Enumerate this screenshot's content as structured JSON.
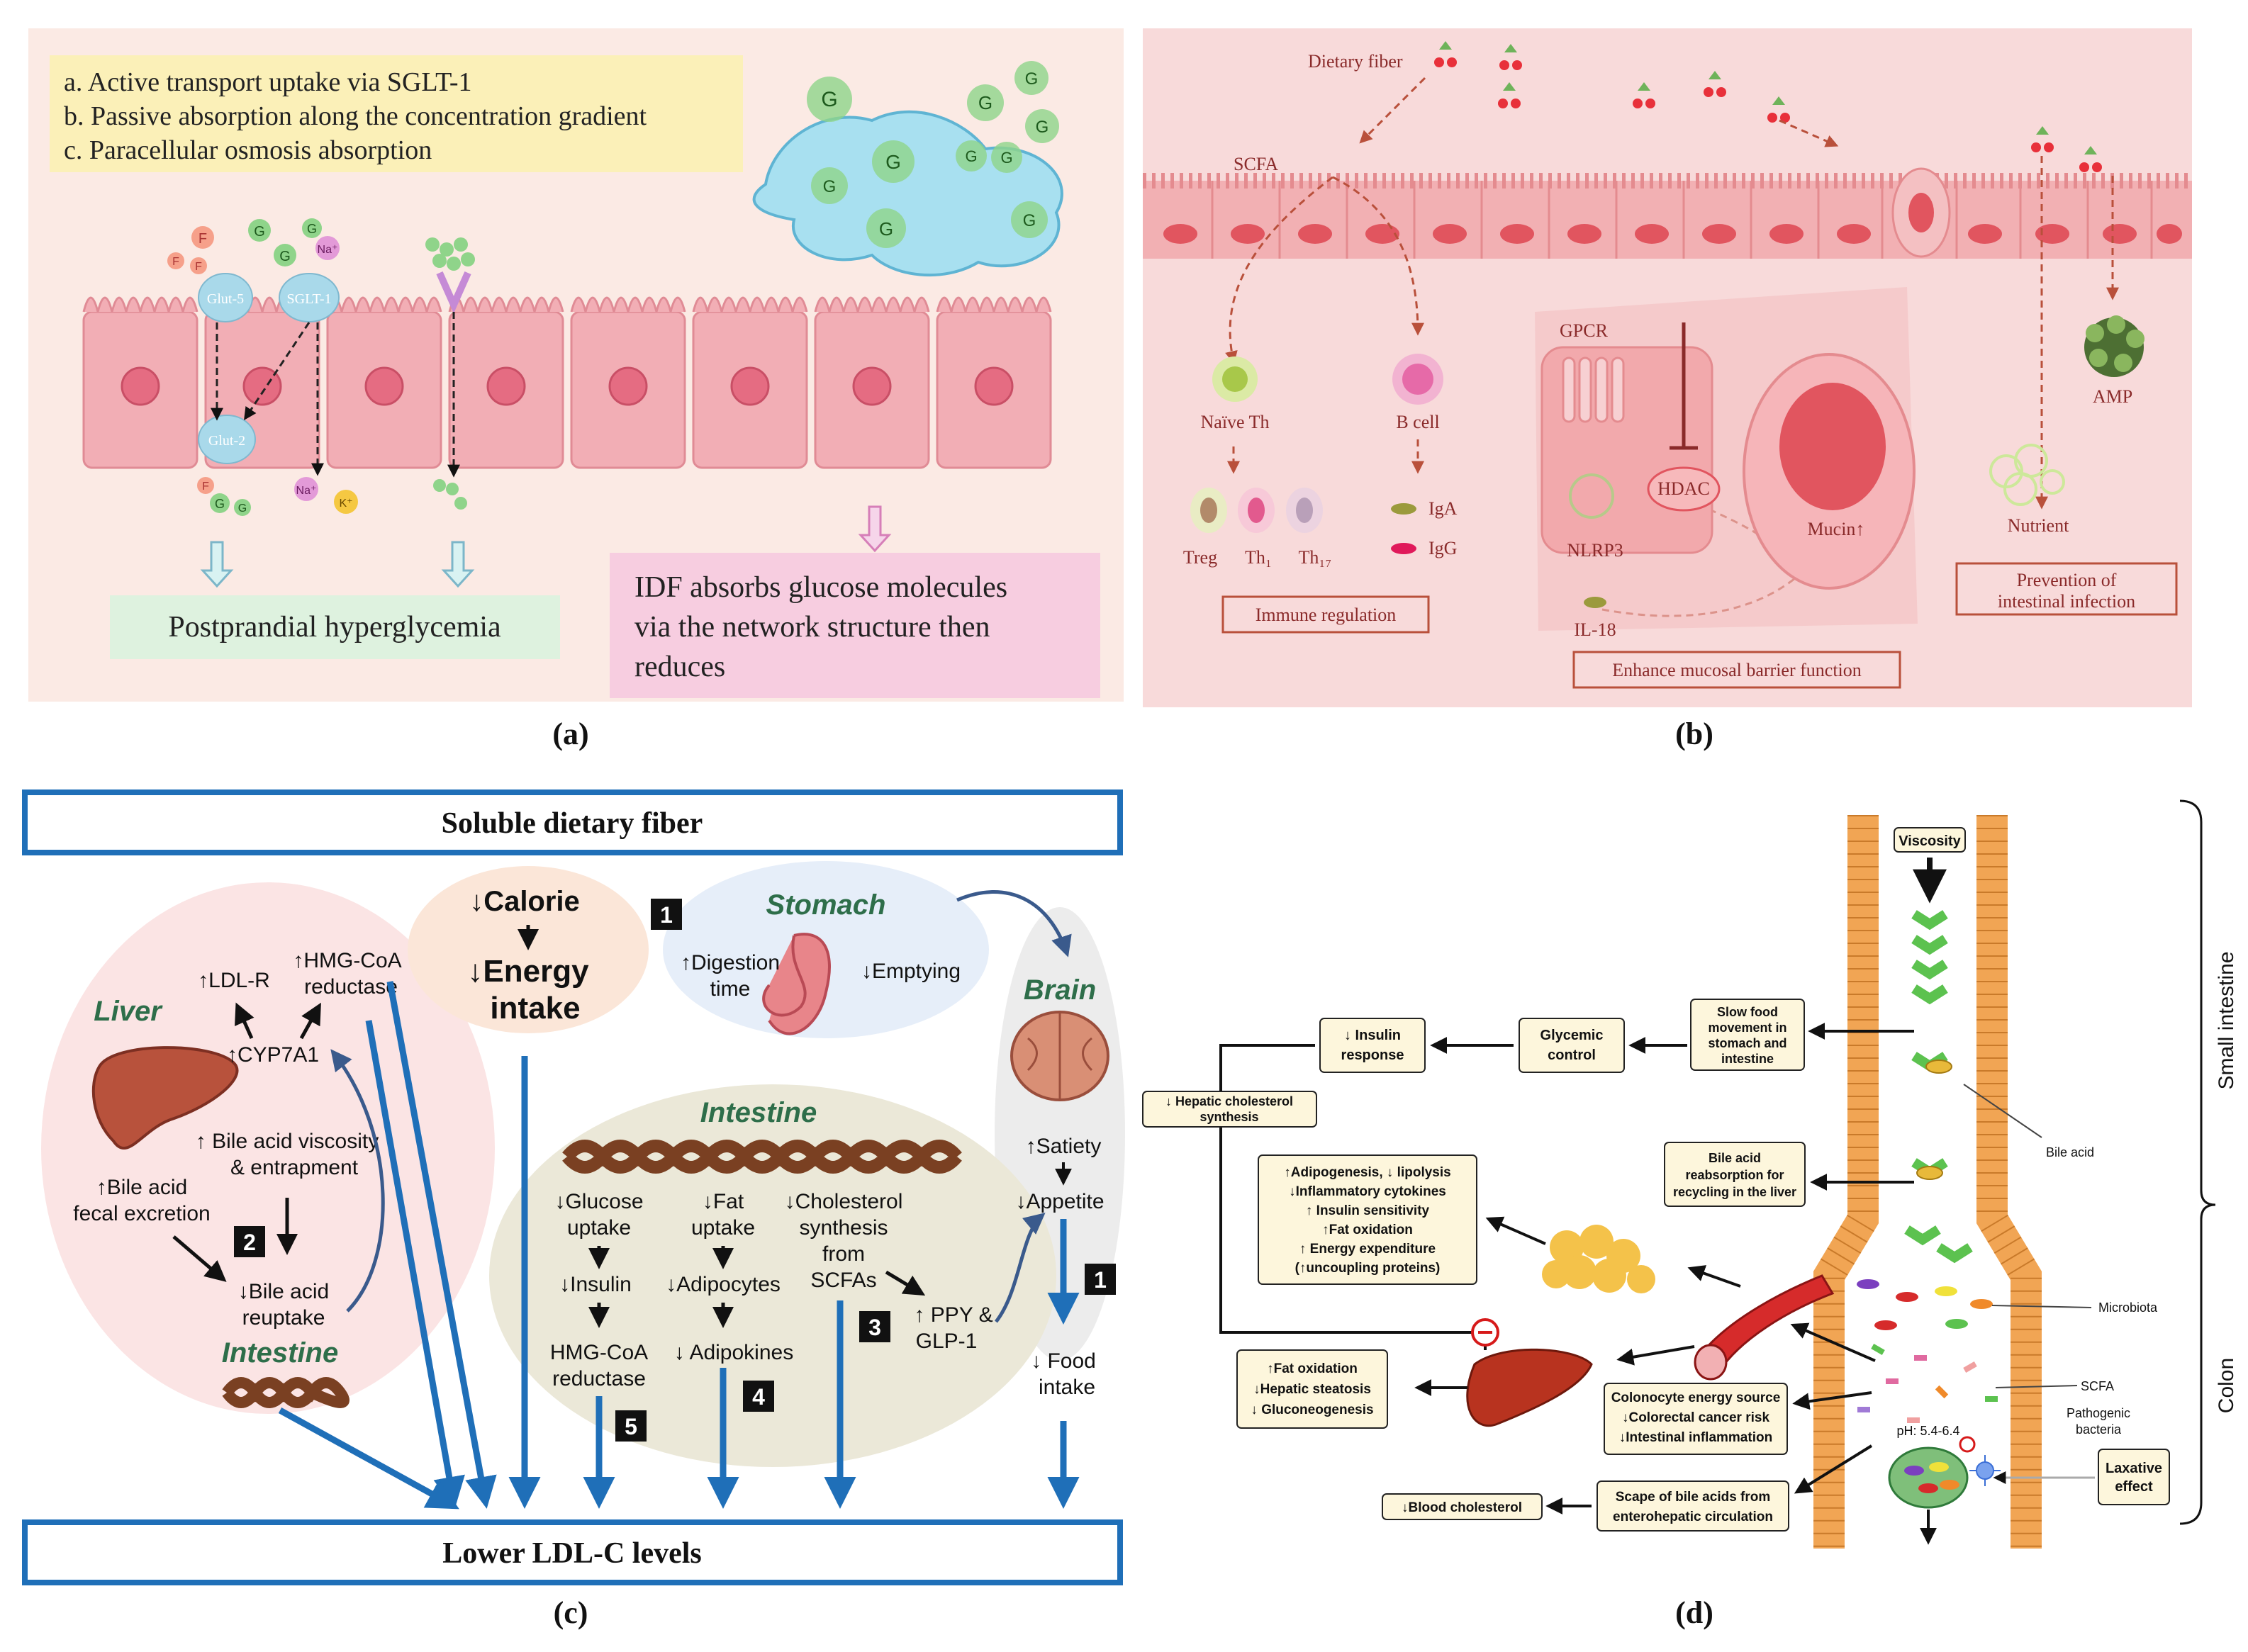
{
  "panel_a": {
    "caption": "(a)",
    "legend": [
      "a. Active transport uptake via SGLT-1",
      "b. Passive absorption along the concentration gradient",
      "c. Paracellular osmosis absorption"
    ],
    "molecule_labels": {
      "glucose": "G",
      "fructose": "F",
      "sodium": "Na⁺",
      "potassium": "K⁺"
    },
    "transporters": {
      "glut5": "Glut-5",
      "sglt1": "SGLT-1",
      "glut2": "Glut-2"
    },
    "outcome_left": "Postprandial hyperglycemia",
    "outcome_right": [
      "IDF absorbs glucose molecules",
      "via the network structure then",
      "reduces"
    ]
  },
  "panel_b": {
    "caption": "(b)",
    "dietary_fiber": "Dietary fiber",
    "scfa": "SCFA",
    "naive_th": "Naïve Th",
    "b_cell": "B cell",
    "treg": "Treg",
    "th1": "Th₁",
    "th17": "Th₁₇",
    "iga": "IgA",
    "igg": "IgG",
    "gpcr": "GPCR",
    "hdac": "HDAC",
    "nlrp3": "NLRP3",
    "il18": "IL-18",
    "mucin": "Mucin↑",
    "amp": "AMP",
    "nutrient": "Nutrient",
    "immune_regulation": "Immune regulation",
    "mucosal_barrier": "Enhance mucosal barrier function",
    "prevention": [
      "Prevention of",
      "intestinal infection"
    ]
  },
  "panel_c": {
    "caption": "(c)",
    "top_title": "Soluble dietary fiber",
    "bottom_title": "Lower LDL-C levels",
    "calorie": "↓Calorie",
    "energy_intake": [
      "↓Energy",
      "intake"
    ],
    "stomach": "Stomach",
    "digestion_time": [
      "↑Digestion",
      "time"
    ],
    "emptying": "↓Emptying",
    "brain": "Brain",
    "liver": "Liver",
    "ldl_r": "↑LDL-R",
    "hmg_coa": [
      "↑HMG-CoA",
      "reductase"
    ],
    "cyp7a1": "↑CYP7A1",
    "bile_viscosity": [
      "↑ Bile acid viscosity",
      "& entrapment"
    ],
    "bile_excretion": [
      "↑Bile acid",
      "fecal excretion"
    ],
    "bile_reuptake": [
      "↓Bile acid",
      "reuptake"
    ],
    "intestine_liver_side": "Intestine",
    "intestine": "Intestine",
    "glucose_uptake": [
      "↓Glucose",
      "uptake"
    ],
    "insulin": "↓Insulin",
    "hmg_coa_reductase": [
      "HMG-CoA",
      "reductase"
    ],
    "fat_uptake": [
      "↓Fat",
      "uptake"
    ],
    "adipocytes": "↓Adipocytes",
    "adipokines": "↓ Adipokines",
    "cholesterol_synthesis": [
      "↓Cholesterol",
      "synthesis",
      "from",
      "SCFAs"
    ],
    "ppy_glp1": [
      "↑ PPY &",
      "GLP-1"
    ],
    "satiety": "↑Satiety",
    "appetite": "↓Appetite",
    "food_intake": [
      "↓ Food",
      "intake"
    ],
    "badges": [
      "1",
      "2",
      "3",
      "4",
      "5",
      "1"
    ]
  },
  "panel_d": {
    "caption": "(d)",
    "viscosity": "Viscosity",
    "small_intestine": "Small intestine",
    "colon": "Colon",
    "slow_food": [
      "Slow food",
      "movement in",
      "stomach and",
      "intestine"
    ],
    "glycemic_control": [
      "Glycemic",
      "control"
    ],
    "insulin_response": [
      "↓ Insulin",
      "response"
    ],
    "hepatic_cholesterol": [
      "↓ Hepatic cholesterol",
      "synthesis"
    ],
    "bile_acid": "Bile acid",
    "bile_reabsorption": [
      "Bile acid",
      "reabsorption for",
      "recycling in the liver"
    ],
    "adipogenesis": [
      "↑Adipogenesis, ↓ lipolysis",
      "↓Inflammatory cytokines",
      "↑ Insulin sensitivity",
      "↑Fat oxidation",
      "↑ Energy expenditure",
      "(↑uncoupling proteins)"
    ],
    "microbiota": "Microbiota",
    "scfa": "SCFA",
    "pathogenic_bacteria": [
      "Pathogenic",
      "bacteria"
    ],
    "ph": "pH: 5.4-6.4",
    "fat_oxidation": [
      "↑Fat oxidation",
      "↓Hepatic steatosis",
      "↓ Gluconeogenesis"
    ],
    "colonocyte": [
      "Colonocyte energy source",
      "↓Colorectal cancer risk",
      "↓Intestinal inflammation"
    ],
    "laxative": [
      "Laxative",
      "effect"
    ],
    "blood_cholesterol": "↓Blood cholesterol",
    "scape_bile": [
      "Scape of bile acids from",
      "enterohepatic circulation"
    ]
  },
  "colors": {
    "panel_a_bg": "#fbeae4",
    "panel_b_bg": "#f8dada",
    "cell_pink": "#f2aeb5",
    "panel_c_blue": "#1f6fb8",
    "panel_d_orange": "#f1a554",
    "box_cream": "#fdf6dc"
  }
}
